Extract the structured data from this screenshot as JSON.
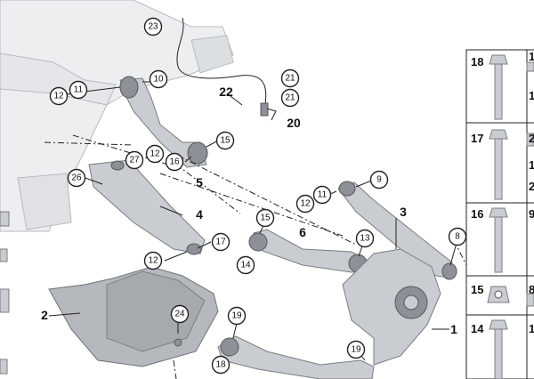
{
  "callouts": [
    {
      "label": "23"
    },
    {
      "label": "12"
    },
    {
      "label": "11"
    },
    {
      "label": "10"
    },
    {
      "label": "21"
    },
    {
      "label": "21"
    },
    {
      "label": "15"
    },
    {
      "label": "16"
    },
    {
      "label": "27"
    },
    {
      "label": "12"
    },
    {
      "label": "26"
    },
    {
      "label": "9"
    },
    {
      "label": "11"
    },
    {
      "label": "12"
    },
    {
      "label": "15"
    },
    {
      "label": "13"
    },
    {
      "label": "8"
    },
    {
      "label": "17"
    },
    {
      "label": "12"
    },
    {
      "label": "14"
    },
    {
      "label": "24"
    },
    {
      "label": "19"
    },
    {
      "label": "19"
    },
    {
      "label": "18"
    }
  ],
  "bold_labels": [
    "22",
    "20",
    "5",
    "4",
    "3",
    "6",
    "2",
    "1"
  ],
  "side_panel": [
    {
      "label": "18"
    },
    {
      "label": "17"
    },
    {
      "label": "16"
    },
    {
      "label": "15"
    },
    {
      "label": "14"
    }
  ],
  "side_panel_right": [
    "1",
    "1",
    "2",
    "1",
    "2",
    "9",
    "8",
    "1"
  ],
  "colors": {
    "line": "#222222",
    "metal": "#c9ccd0",
    "frame": "#eceef0"
  }
}
